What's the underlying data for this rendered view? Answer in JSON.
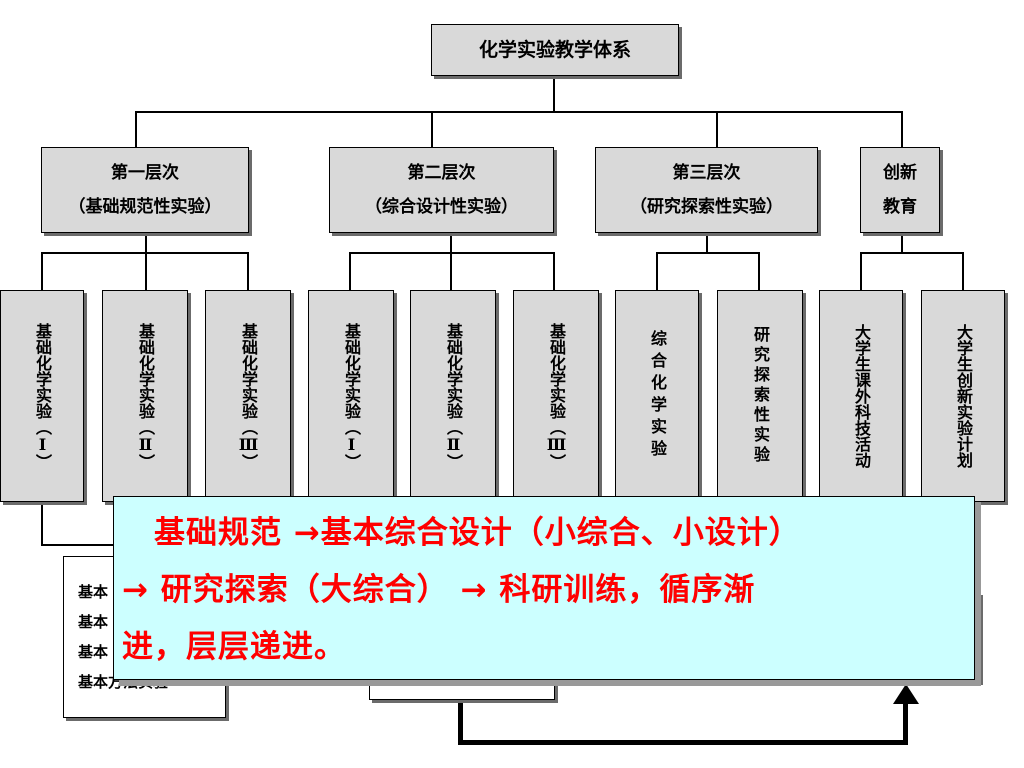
{
  "root": {
    "label": "化学实验教学体系"
  },
  "levels": [
    {
      "title": "第一层次",
      "subtitle": "（基础规范性实验）"
    },
    {
      "title": "第二层次",
      "subtitle": "（综合设计性实验）"
    },
    {
      "title": "第三层次",
      "subtitle": "（研究探索性实验）"
    },
    {
      "title": "创新",
      "subtitle": "教育"
    }
  ],
  "courses": [
    "基础化学实验（Ⅰ）",
    "基础化学实验（Ⅱ）",
    "基础化学实验（Ⅲ）",
    "基础化学实验（Ⅰ）",
    "基础化学实验（Ⅱ）",
    "基础化学实验（Ⅲ）",
    "综合化学实验",
    "研究探索性实验",
    "大学生课外科技活动",
    "大学生创新实验计划"
  ],
  "methods": {
    "items": [
      "基本",
      "基本",
      "基本",
      "基本方法实验"
    ]
  },
  "callout": {
    "line1": "　基础规范 →基本综合设计（小综合、小设计）",
    "line2": "→ 研究探索（大综合） → 科研训练，循序渐",
    "line3": "进，层层递进。"
  }
}
